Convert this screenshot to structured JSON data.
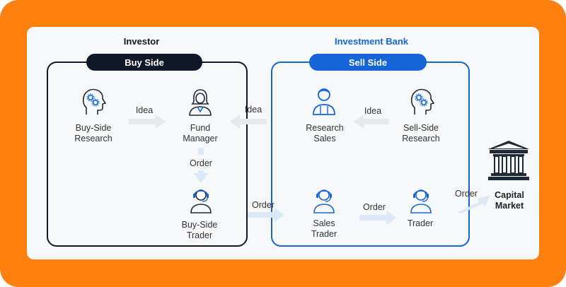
{
  "colors": {
    "frame": "#ff7f0f",
    "buy_side": "#111827",
    "sell_side": "#1565d8",
    "arrow": "#dbe8f8",
    "arrow_grey": "#e6e8ec",
    "icon_dark": "#1f2937",
    "icon_blue": "#1565d8"
  },
  "investor": {
    "heading": "Investor",
    "pill": "Buy Side"
  },
  "bank": {
    "heading": "Investment Bank",
    "pill": "Sell Side"
  },
  "nodes": {
    "buy_side_research": {
      "line1": "Buy-Side",
      "line2": "Research",
      "icon": "brain-gears-icon"
    },
    "fund_manager": {
      "line1": "Fund",
      "line2": "Manager",
      "icon": "manager-person-icon"
    },
    "buy_side_trader": {
      "line1": "Buy-Side",
      "line2": "Trader",
      "icon": "headset-person-icon"
    },
    "research_sales": {
      "line1": "Research",
      "line2": "Sales",
      "icon": "person-icon"
    },
    "sell_side_research": {
      "line1": "Sell-Side",
      "line2": "Research",
      "icon": "brain-gears-icon"
    },
    "sales_trader": {
      "line1": "Sales",
      "line2": "Trader",
      "icon": "headset-person-icon"
    },
    "trader": {
      "line1": "Trader",
      "icon": "headset-person-icon"
    },
    "capital_market": {
      "line1": "Capital",
      "line2": "Market",
      "icon": "bank-building-icon"
    }
  },
  "edges": {
    "idea_buy": "Idea",
    "idea_cross": "Idea",
    "idea_sell": "Idea",
    "order_fm_trader": "Order",
    "order_to_sales": "Order",
    "order_sales_trader": "Order",
    "order_market": "Order"
  }
}
